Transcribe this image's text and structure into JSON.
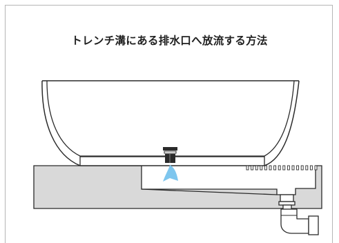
{
  "title": "トレンチ溝にある排水口へ放流する方法",
  "colors": {
    "floor_fill": "#d9d9d9",
    "line": "#2a2a2a",
    "water": "#7ec6ee",
    "frame_border": "#b5b5b5"
  },
  "icons": [
    "bathtub",
    "drain-plug",
    "water-stream",
    "trench-grate",
    "trench-drain-outlet",
    "elbow-pipe"
  ]
}
